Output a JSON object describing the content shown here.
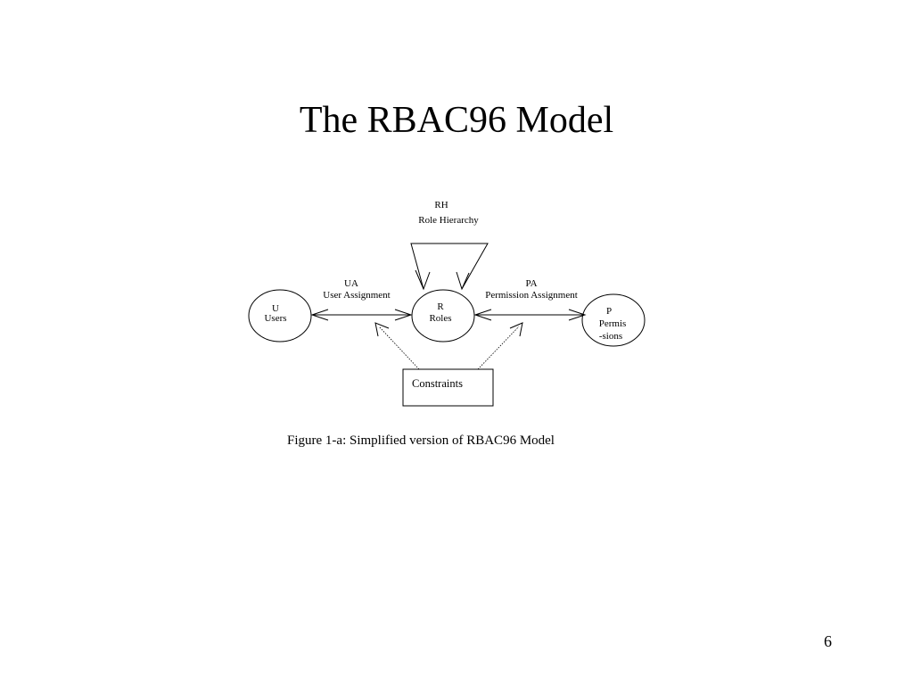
{
  "slide": {
    "title": "The RBAC96 Model",
    "page_number": "6"
  },
  "diagram": {
    "role_hierarchy": {
      "abbr": "RH",
      "label": "Role Hierarchy"
    },
    "user_assignment": {
      "abbr": "UA",
      "label": "User Assignment"
    },
    "permission_assignment": {
      "abbr": "PA",
      "label": "Permission Assignment"
    },
    "users": {
      "abbr": "U",
      "label": "Users"
    },
    "roles": {
      "abbr": "R",
      "label": "Roles"
    },
    "permissions": {
      "abbr": "P",
      "label_line1": "Permis",
      "label_line2": "-sions"
    },
    "constraints": {
      "label": "Constraints"
    },
    "caption": "Figure 1-a: Simplified version of RBAC96 Model"
  }
}
